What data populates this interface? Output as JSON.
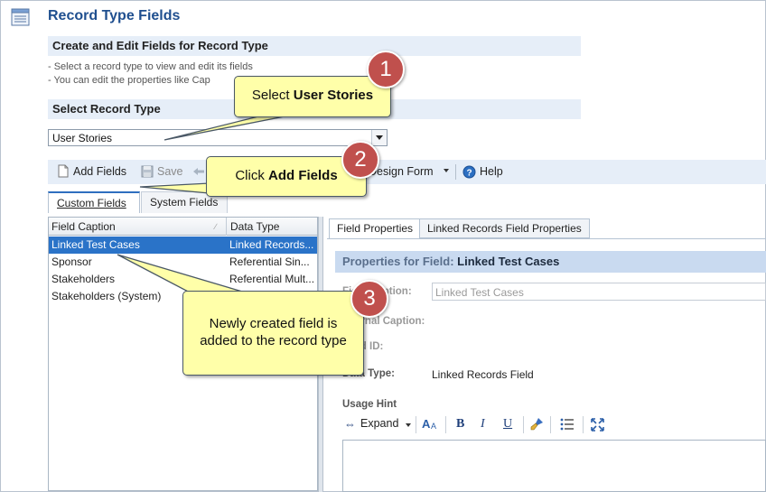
{
  "page": {
    "title": "Record Type Fields",
    "section_create": "Create and Edit Fields for Record Type",
    "hint1": "-   Select a record type to view and edit its fields",
    "hint2": "-   You can edit the properties like Cap",
    "section_select": "Select Record Type",
    "select_value": "User Stories"
  },
  "toolbar": {
    "add_fields": "Add Fields",
    "save": "Save",
    "design_form": "Design Form",
    "help": "Help"
  },
  "tabs": {
    "custom": "Custom Fields",
    "system": "System Fields"
  },
  "grid": {
    "col_caption": "Field Caption",
    "col_type": "Data Type",
    "rows": [
      {
        "caption": "Linked Test Cases",
        "type": "Linked Records..."
      },
      {
        "caption": "Sponsor",
        "type": "Referential Sin..."
      },
      {
        "caption": "Stakeholders",
        "type": "Referential Mult..."
      },
      {
        "caption": "Stakeholders (System)",
        "type": ""
      }
    ]
  },
  "right_panel": {
    "tab_field_props": "Field Properties",
    "tab_linked": "Linked Records Field Properties",
    "props_prefix": "Properties for Field: ",
    "props_field": "Linked Test Cases",
    "lbl_caption": "Field Caption:",
    "caption_value": "Linked Test Cases",
    "lbl_internal": "Internal Caption:",
    "lbl_id": "Field ID:",
    "lbl_datatype": "Data Type:",
    "datatype_value": "Linked Records Field",
    "lbl_usage": "Usage Hint",
    "expand": "Expand"
  },
  "annotations": {
    "c1_pre": "Select ",
    "c1_bold": "User Stories",
    "c2_pre": "Click ",
    "c2_bold": "Add Fields",
    "c3": "Newly created field is added to the record type",
    "n1": "1",
    "n2": "2",
    "n3": "3"
  },
  "colors": {
    "accent": "#1f4f8f",
    "selection": "#2a73c8",
    "callout": "#ffffa9",
    "badge": "#c0504d"
  }
}
